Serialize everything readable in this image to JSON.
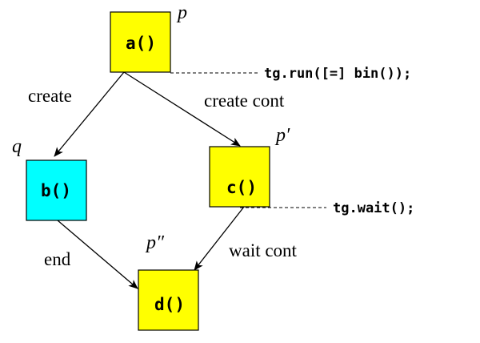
{
  "nodes": {
    "a": {
      "label": "a()",
      "color": "#ffff00"
    },
    "b": {
      "label": "b()",
      "color": "#00ffff"
    },
    "c": {
      "label": "c()",
      "color": "#ffff00"
    },
    "d": {
      "label": "d()",
      "color": "#ffff00"
    }
  },
  "processors": {
    "p": "p",
    "q": "q",
    "p_prime": "p′",
    "p_double_prime": "p″"
  },
  "edges": {
    "a_to_b": "create",
    "a_to_c": "create cont",
    "b_to_d": "end",
    "c_to_d": "wait cont"
  },
  "code": {
    "run": "tg.run([=] bin());",
    "wait": "tg.wait();"
  }
}
